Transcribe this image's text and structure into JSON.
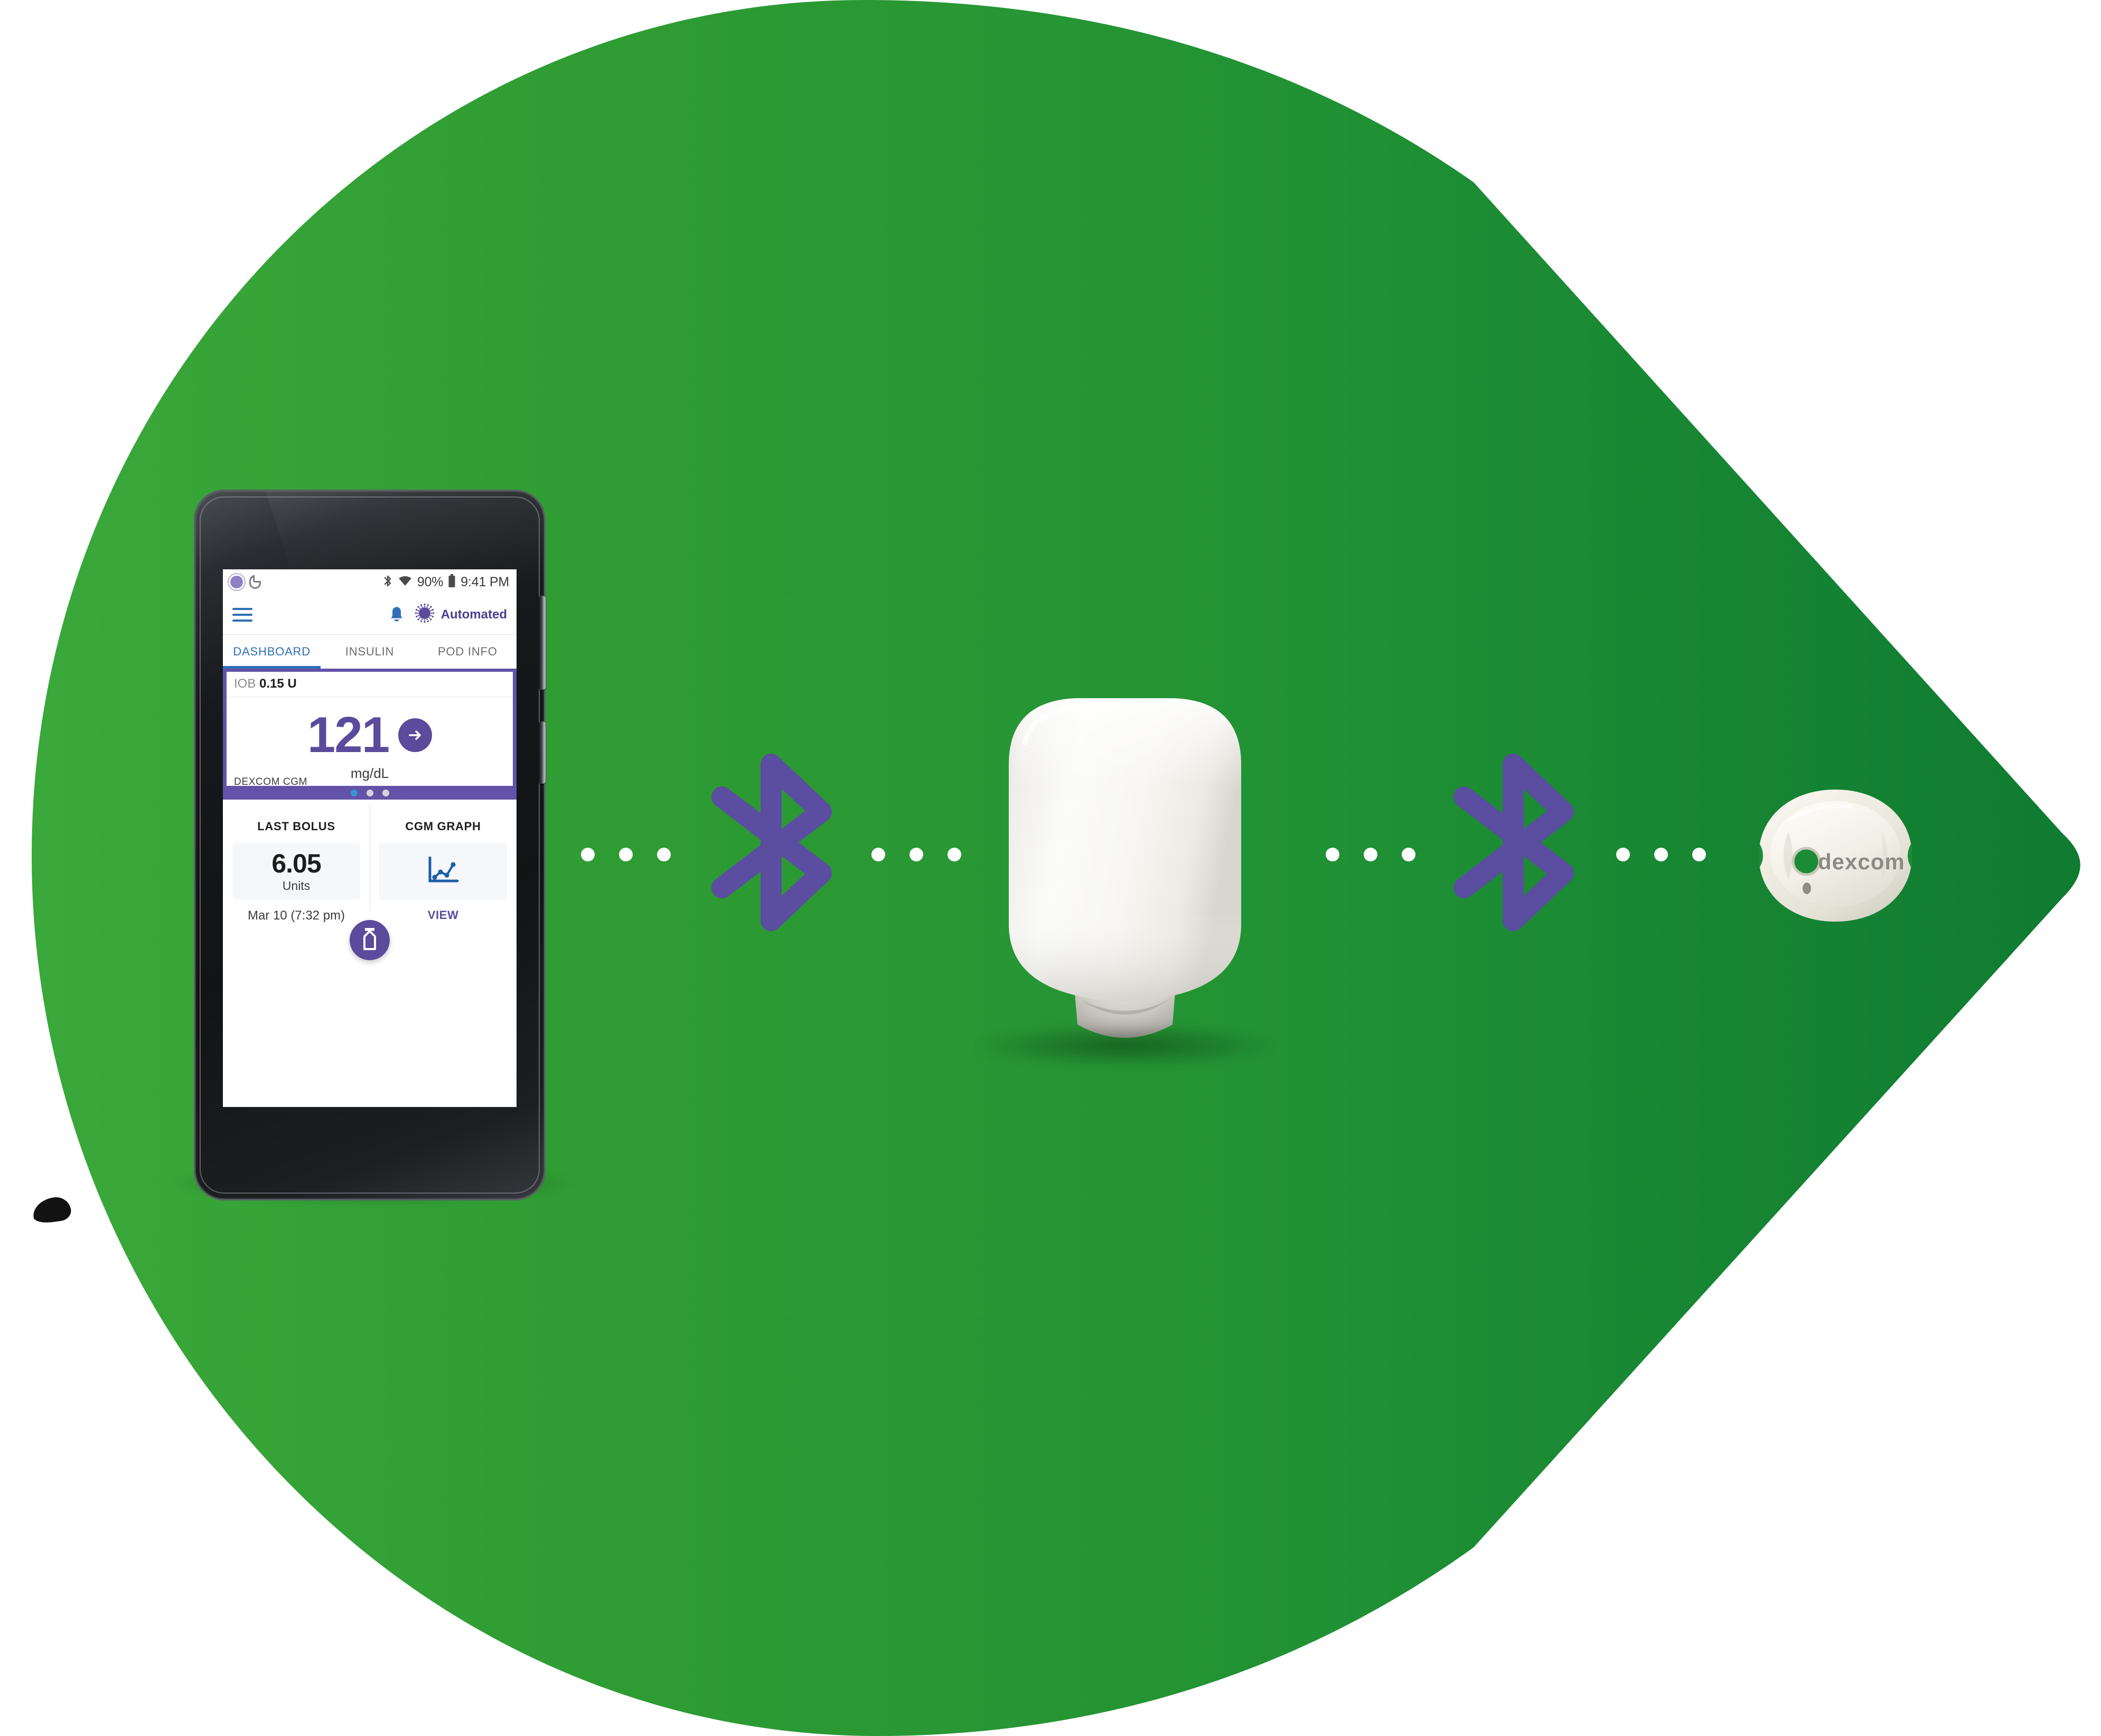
{
  "meta": {
    "scene_title": "Omnipod 5 system connectivity diagram",
    "background_shape": "leaf",
    "colors": {
      "green_light": "#35a235",
      "green_dark": "#13802f",
      "purple": "#5a4b9c",
      "purple_bluetooth": "#5b4da0",
      "blue_accent": "#2f6fb7",
      "white": "#ffffff",
      "pod_white": "#f3f2ef",
      "dexcom_cream": "#eceae1"
    }
  },
  "phone": {
    "device_name": "android-smartphone",
    "status_bar": {
      "left_icons": [
        "automated-mode-icon",
        "pod-status-icon"
      ],
      "right_icons": [
        "bluetooth-icon",
        "wifi-icon",
        "battery-icon"
      ],
      "battery_percent": "90%",
      "time": "9:41 PM"
    },
    "app_bar": {
      "menu_icon": "hamburger-menu-icon",
      "notification_icon": "bell-icon",
      "mode_icon": "automated-mode-icon",
      "mode_label": "Automated"
    },
    "tabs": [
      {
        "label": "DASHBOARD",
        "active": true
      },
      {
        "label": "INSULIN",
        "active": false
      },
      {
        "label": "POD INFO",
        "active": false
      }
    ],
    "cgm_card": {
      "iob_label": "IOB",
      "iob_value": "0.15 U",
      "glucose_value": "121",
      "trend_arrow": "arrow-right-icon",
      "unit": "mg/dL",
      "source": "DEXCOM CGM",
      "pager_dots": 3,
      "pager_active_index": 0
    },
    "lower_panel": {
      "last_bolus": {
        "title": "LAST BOLUS",
        "value": "6.05",
        "units": "Units",
        "timestamp": "Mar 10 (7:32 pm)"
      },
      "cgm_graph": {
        "title": "CGM GRAPH",
        "icon": "line-chart-icon",
        "action_label": "VIEW"
      },
      "fab": {
        "icon": "insulin-vial-icon",
        "name": "bolus-button"
      }
    }
  },
  "connections": [
    {
      "from": "smartphone",
      "to": "insulin-pod",
      "icon": "bluetooth-icon"
    },
    {
      "from": "insulin-pod",
      "to": "dexcom-sensor",
      "icon": "bluetooth-icon"
    }
  ],
  "devices": {
    "pod": {
      "name": "insulin-pod",
      "label": ""
    },
    "dexcom": {
      "name": "dexcom-cgm-sensor",
      "brand": "dexcom"
    }
  }
}
